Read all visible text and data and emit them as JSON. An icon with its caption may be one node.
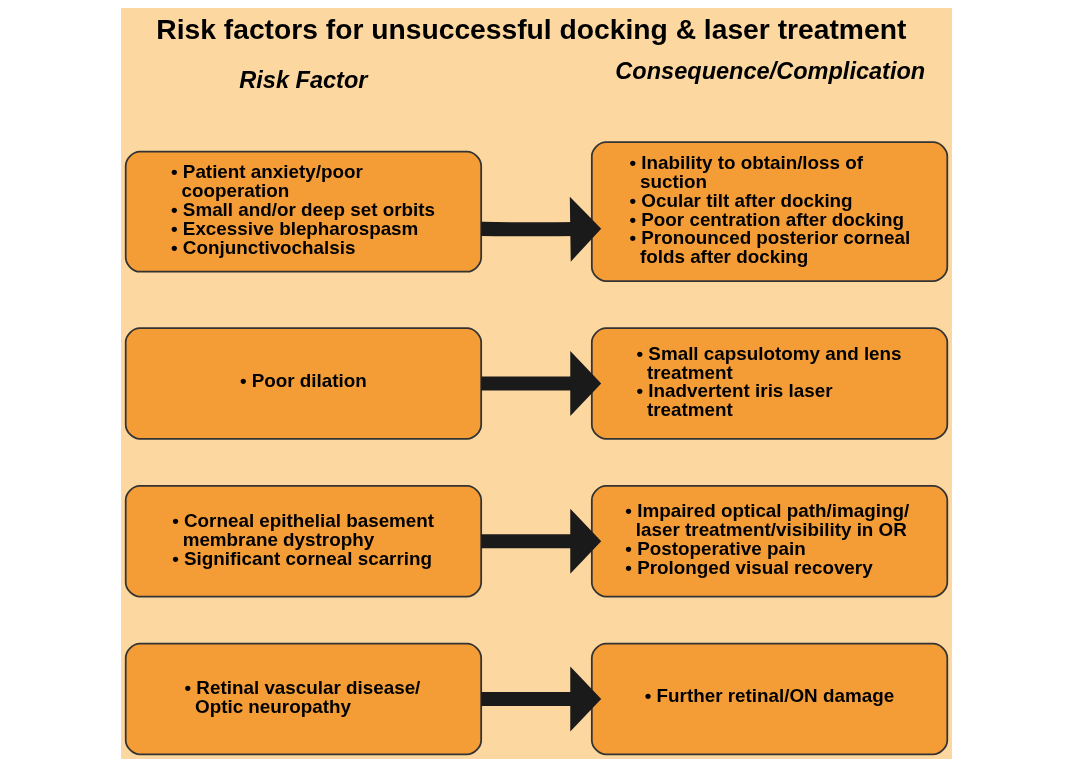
{
  "diagram": {
    "title": "Risk factors for unsuccessful docking & laser treatment",
    "nodes": [
      {
        "text": [
          "• Patient anxiety/poor cooperation",
          "• Small and/or deep set orbits",
          "• Excessive blepharospasm",
          "• Conjunctivochalsis"
        ]
      },
      {
        "text": [
          "• Inability to obtain/loss of suction",
          "• Ocular tilt after docking",
          "• Poor centration after docking",
          "• Pronounced posterior corneal folds after docking"
        ]
      },
      {
        "text": [
          "• Poor dilation"
        ]
      },
      {
        "text": [
          "• Small capsulotomy and lens treatment",
          "• Inadvertent iris laser treatment"
        ]
      },
      {
        "text": [
          "• Corneal epithelial basement membrane dystrophy",
          "• Significant corneal scarring"
        ]
      },
      {
        "text": [
          "• Impaired optical path/imaging/ laser treatment/visibility in OR",
          "• Postoperative pain",
          "• Prolonged visual recovery"
        ]
      },
      {
        "text": [
          "• Retinal vascular disease/ Optic neuropathy"
        ]
      },
      {
        "text": [
          "• Further retinal/ON damage"
        ]
      }
    ],
    "edges": [
      {
        "from": 0,
        "to": 1,
        "arrow": "to"
      },
      {
        "from": 2,
        "to": 3,
        "arrow": "to"
      },
      {
        "from": 4,
        "to": 5,
        "arrow": "to"
      },
      {
        "from": 6,
        "to": 7,
        "arrow": "to"
      }
    ],
    "labels": [
      "Risk Factor",
      "Consequence/Complication"
    ]
  }
}
